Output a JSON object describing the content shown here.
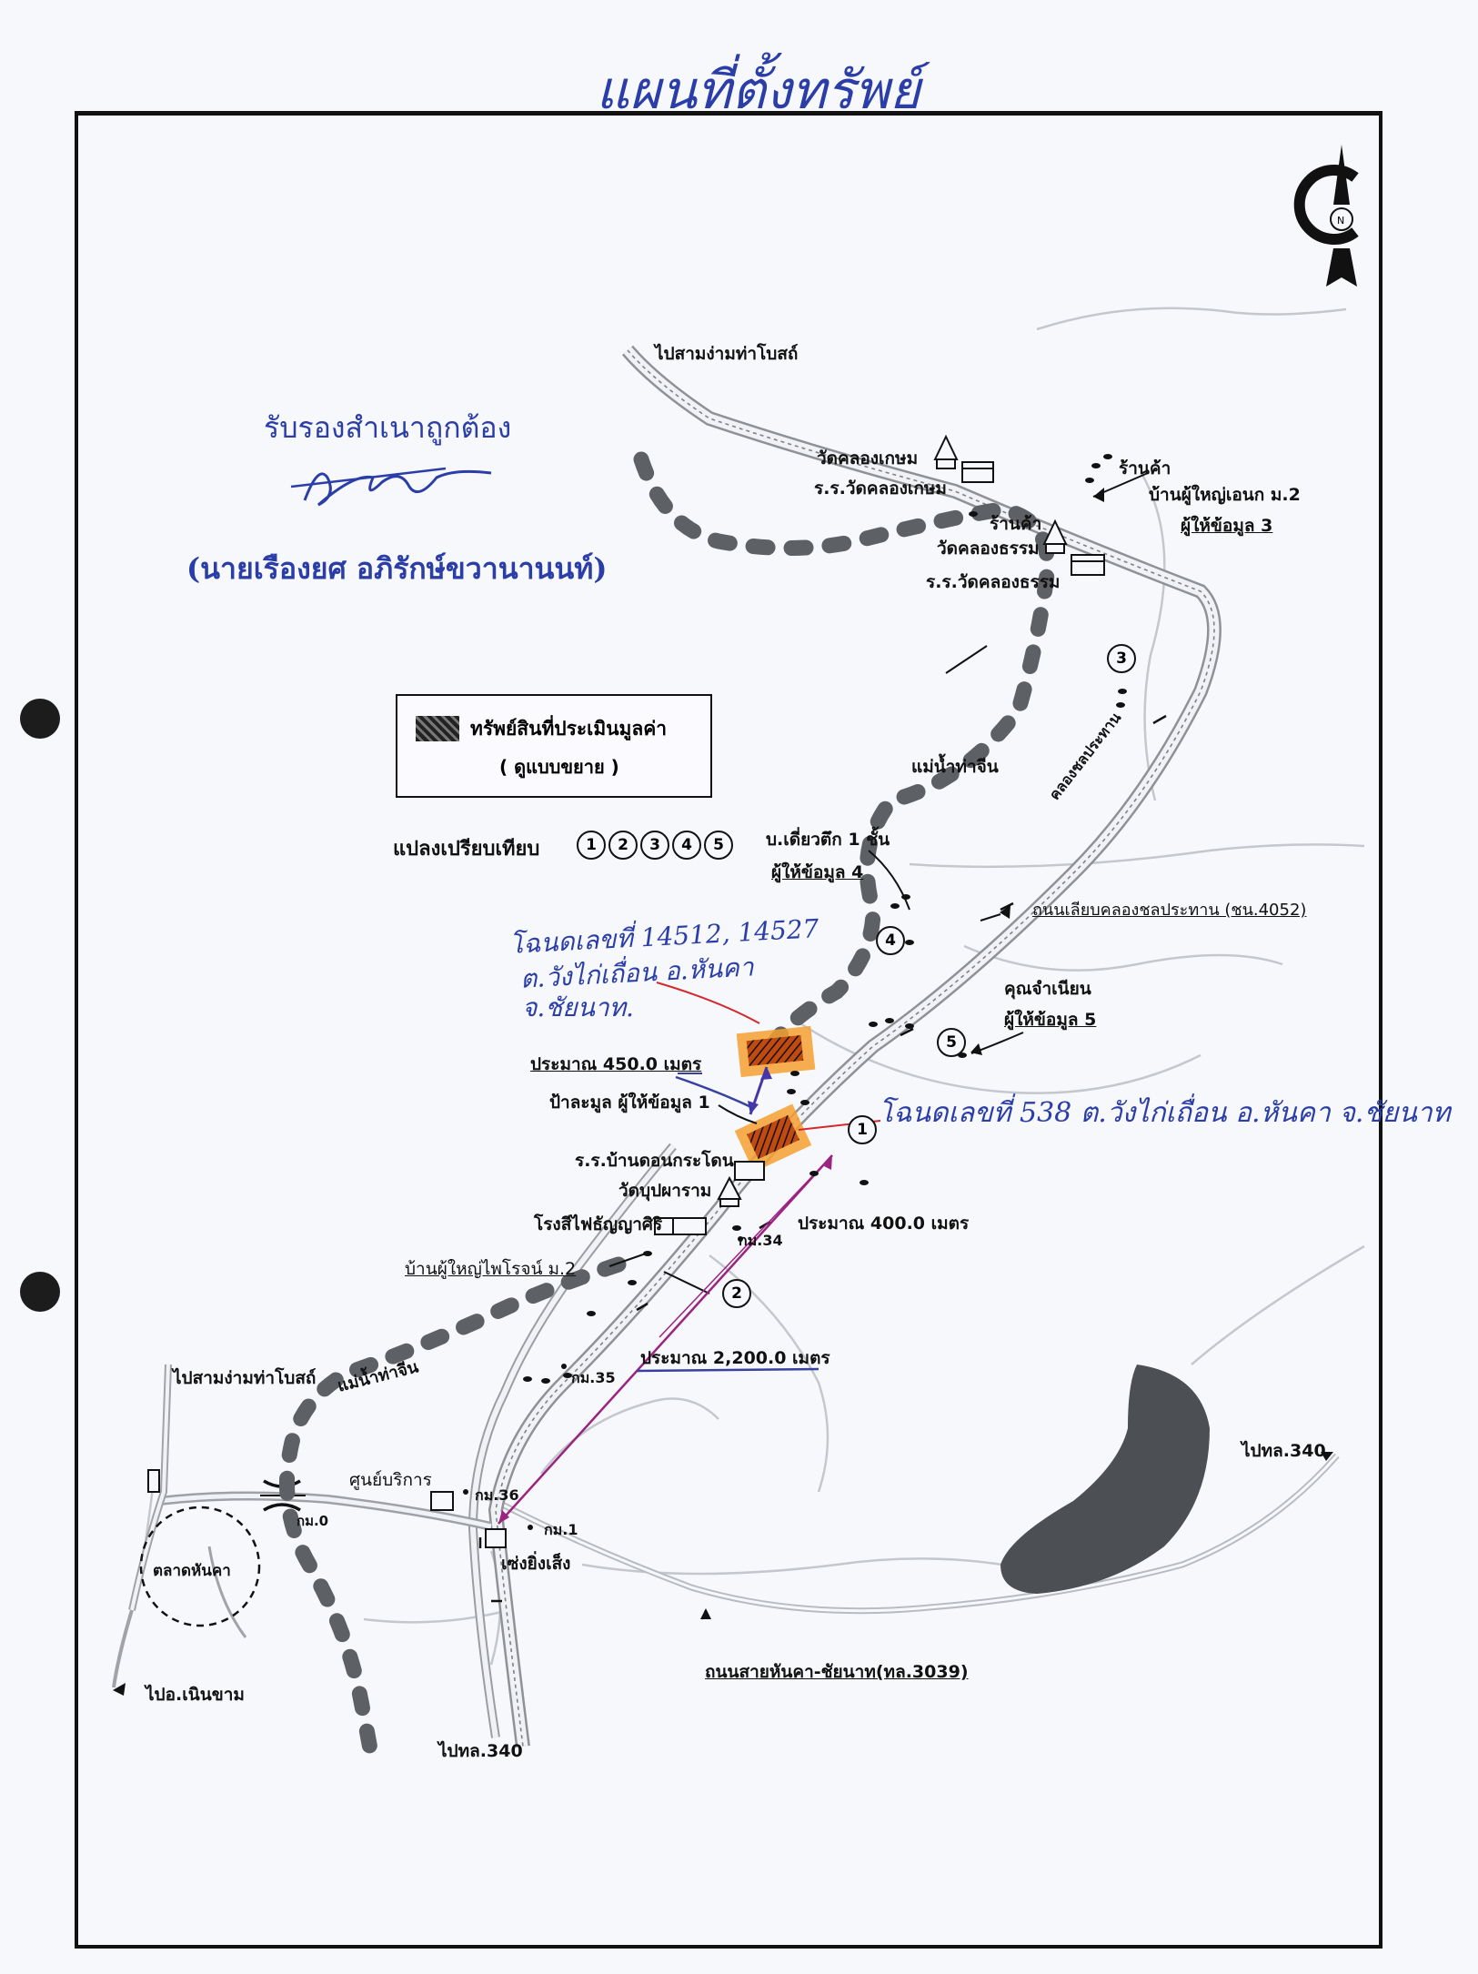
{
  "title": "แผนที่ตั้งทรัพย์",
  "certification": {
    "text": "รับรองสำเนาถูกต้อง",
    "name": "(นายเรืองยศ อภิรักษ์ขวานานนท์)"
  },
  "legend": {
    "item_label": "ทรัพย์สินที่ประเมินมูลค่า",
    "item_sub": "( ดูแบบขยาย )",
    "comparables_label": "แปลงเปรียบเทียบ",
    "comparable_numbers": [
      "1",
      "2",
      "3",
      "4",
      "5"
    ]
  },
  "handwritten": {
    "deed_1_line1": "โฉนดเลขที่ 14512, 14527",
    "deed_1_line2": "ต.วังไก่เถื่อน อ.หันคา",
    "deed_1_line3": "จ.ชัยนาท.",
    "deed_2": "โฉนดเลขที่ 538 ต.วังไก่เถื่อน อ.หันคา จ.ชัยนาท"
  },
  "labels": {
    "to_sam_ngam_top": "ไปสามง่ามท่าโบสถ์",
    "wat_khlong_kasem": "วัดคลองเกษม",
    "school_khlong_kasem": "ร.ร.วัดคลองเกษม",
    "shop_1": "ร้านค้า",
    "headman_ake": "บ้านผู้ใหญ่เอนก ม.2",
    "informant_3": "ผู้ให้ข้อมูล 3",
    "shop_2": "ร้านค้า",
    "wat_khlong_tham": "วัดคลองธรรม",
    "school_khlong_tham": "ร.ร.วัดคลองธรรม",
    "river": "แม่น้ำท่าจีน",
    "canal": "คลองชลประทาน",
    "single_storey": "บ.เดี่ยวตึก 1 ชั้น",
    "informant_4": "ผู้ให้ข้อมูล 4",
    "canal_road": "ถนนเลียบคลองชลประทาน (ชน.4052)",
    "khun_chamnian": "คุณจำเนียน",
    "informant_5": "ผู้ให้ข้อมูล 5",
    "dist_450": "ประมาณ 450.0 เมตร",
    "informant_1": "ป้าละมูล ผู้ให้ข้อมูล 1",
    "school_don_krathon": "ร.ร.บ้านดอนกระโดน",
    "wat_bup": "วัดบุปผาราม",
    "rice_mill": "โรงสีไฟธัญญาศิริ",
    "km34": "กม.34",
    "dist_400": "ประมาณ 400.0 เมตร",
    "headman_phairot": "บ้านผู้ใหญ่ไพโรจน์ ม.2",
    "dist_2200": "ประมาณ 2,200.0 เมตร",
    "to_sam_ngam_left": "ไปสามง่ามท่าโบสถ์",
    "river_lower": "แม่น้ำท่าจีน",
    "km35": "กม.35",
    "to_340_right": "ไปทล.340",
    "service_center": "ศูนย์บริการ",
    "km36": "กม.36",
    "km0": "กม.0",
    "km1": "กม.1",
    "market": "ตลาดหันคา",
    "intersection": "เซ่งยิ่งเส็ง",
    "highway_3039": "ถนนสายหันคา-ชัยนาท(ทล.3039)",
    "to_noen_kham": "ไปอ.เนินขาม",
    "to_340_bottom": "ไปทล.340"
  }
}
